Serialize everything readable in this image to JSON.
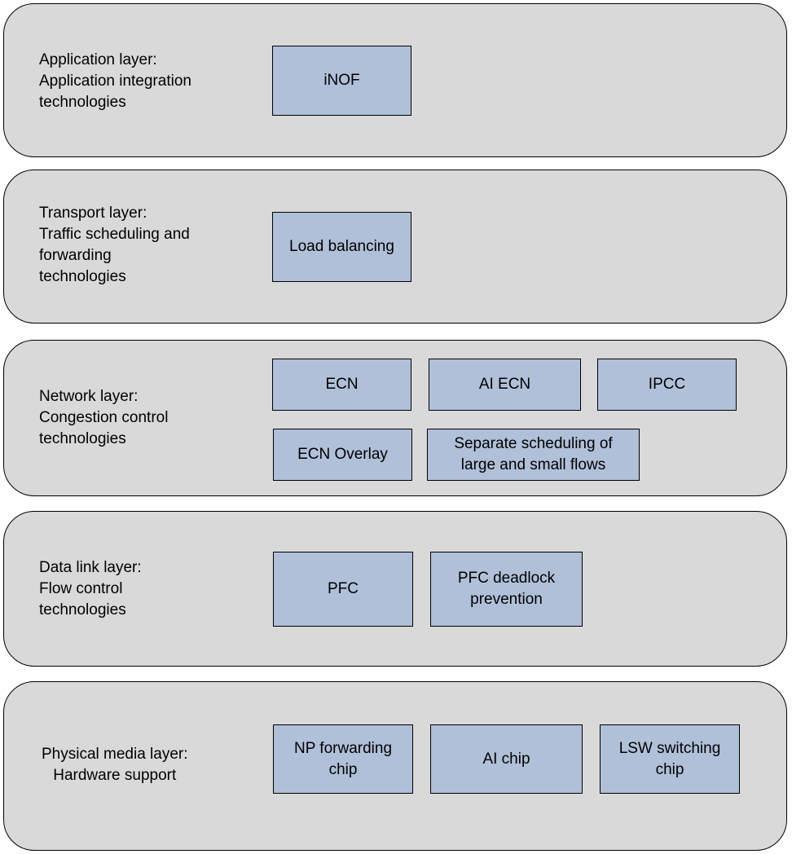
{
  "layers": [
    {
      "label": "Application layer:\nApplication integration\ntechnologies",
      "boxes": [
        "iNOF"
      ]
    },
    {
      "label": "Transport layer:\nTraffic scheduling and\nforwarding\ntechnologies",
      "boxes": [
        "Load balancing"
      ]
    },
    {
      "label": "Network layer:\nCongestion control\ntechnologies",
      "boxes": [
        "ECN",
        "AI ECN",
        "IPCC",
        "ECN Overlay",
        "Separate scheduling of\nlarge and small flows"
      ]
    },
    {
      "label": "Data link layer:\nFlow control\ntechnologies",
      "boxes": [
        "PFC",
        "PFC deadlock\nprevention"
      ]
    },
    {
      "label": "Physical media layer:\nHardware support",
      "boxes": [
        "NP forwarding\nchip",
        "AI chip",
        "LSW switching\nchip"
      ]
    }
  ]
}
